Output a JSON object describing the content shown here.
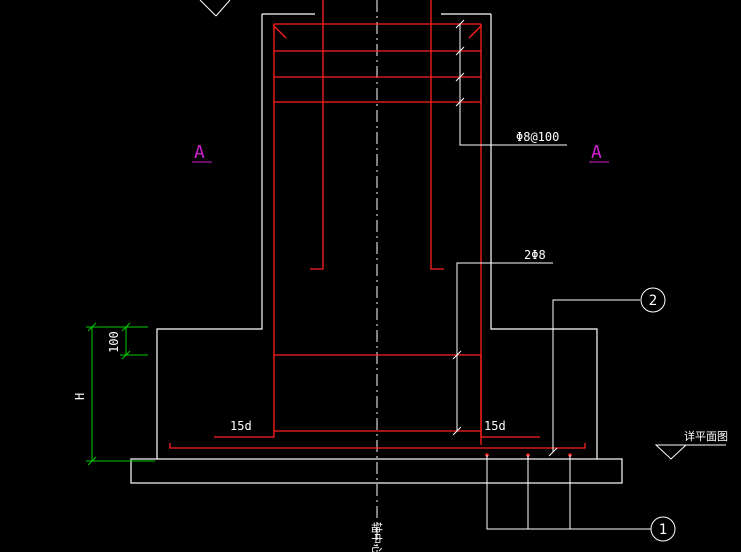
{
  "drawing": {
    "section_label_left": "A",
    "section_label_right": "A",
    "stirrup_callout": "Φ8@100",
    "bars_callout": "2Φ8",
    "anchor_left": "15d",
    "anchor_right": "15d",
    "dim_100": "100",
    "dim_H": "H",
    "bubble_2": "2",
    "bubble_1": "1",
    "level_label": "详平面图",
    "axis_label": "轴中心线"
  },
  "colors": {
    "background": "#000000",
    "outline": "#ffffff",
    "rebar": "#ff2020",
    "dimension": "#00cc00",
    "section_label": "#d020d0"
  }
}
